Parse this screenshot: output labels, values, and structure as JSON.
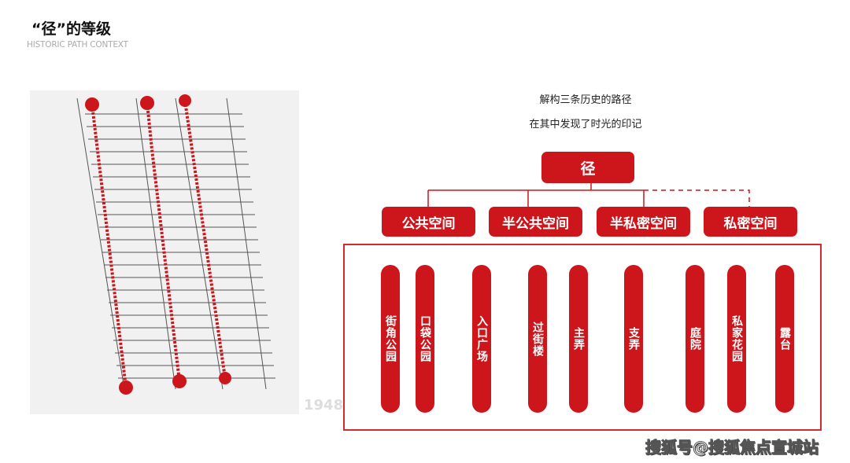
{
  "header": {
    "title": "“径”的等级",
    "subtitle": "HISTORIC PATH CONTEXT"
  },
  "caption": {
    "line1": "解构三条历史的路径",
    "line2": "在其中发现了时光的印记"
  },
  "map": {
    "year": "1948",
    "path_color": "#cc161c"
  },
  "tree": {
    "root": "径",
    "levels": [
      "公共空间",
      "半公共空间",
      "半私密空间",
      "私密空间"
    ],
    "items": [
      "街角公园",
      "口袋公园",
      "入口广场",
      "过街楼",
      "主弄",
      "支弄",
      "庭院",
      "私家花园",
      "露台"
    ]
  },
  "colors": {
    "accent": "#cc161c"
  },
  "watermark": "搜狐号@搜狐焦点宣城站"
}
